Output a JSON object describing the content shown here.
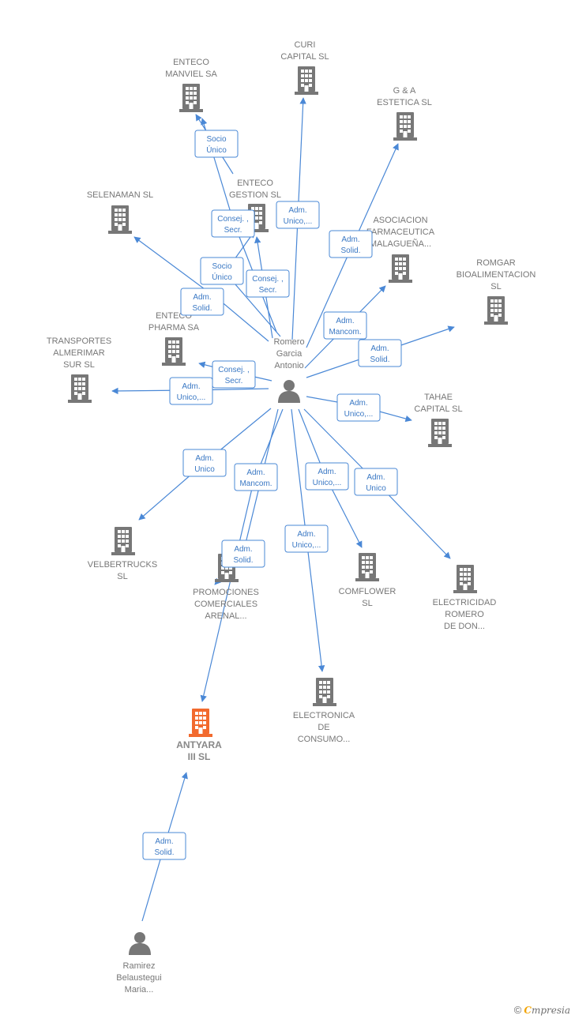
{
  "nodes": [
    {
      "id": "enteco_manviel",
      "type": "company",
      "lines": [
        "ENTECO",
        "MANVIEL SA"
      ]
    },
    {
      "id": "curi",
      "type": "company",
      "lines": [
        "CURI",
        "CAPITAL  SL"
      ]
    },
    {
      "id": "gya",
      "type": "company",
      "lines": [
        "G & A",
        "ESTETICA SL"
      ]
    },
    {
      "id": "selenaman",
      "type": "company",
      "lines": [
        "SELENAMAN SL"
      ]
    },
    {
      "id": "enteco_gestion",
      "type": "company",
      "lines": [
        "ENTECO",
        "GESTION SL"
      ]
    },
    {
      "id": "asociacion",
      "type": "company",
      "lines": [
        "ASOCIACION",
        "FARMACEUTICA",
        "MALAGUEÑA..."
      ]
    },
    {
      "id": "romgar",
      "type": "company",
      "lines": [
        "ROMGAR",
        "BIOALIMENTACION",
        "SL"
      ]
    },
    {
      "id": "enteco_pharma",
      "type": "company",
      "lines": [
        "ENTECO",
        "PHARMA SA"
      ]
    },
    {
      "id": "transportes",
      "type": "company",
      "lines": [
        "TRANSPORTES",
        "ALMERIMAR",
        "SUR  SL"
      ]
    },
    {
      "id": "romero",
      "type": "person",
      "lines": [
        "Romero",
        "Garcia",
        "Antonio"
      ]
    },
    {
      "id": "tahae",
      "type": "company",
      "lines": [
        "TAHAE",
        "CAPITAL  SL"
      ]
    },
    {
      "id": "velbertrucks",
      "type": "company",
      "lines": [
        "VELBERTRUCKS",
        "SL"
      ]
    },
    {
      "id": "promociones",
      "type": "company",
      "lines": [
        "PROMOCIONES",
        "COMERCIALES",
        "ARENAL..."
      ]
    },
    {
      "id": "comflower",
      "type": "company",
      "lines": [
        "COMFLOWER",
        "SL"
      ]
    },
    {
      "id": "electricidad",
      "type": "company",
      "lines": [
        "ELECTRICIDAD",
        "ROMERO",
        "DE DON..."
      ]
    },
    {
      "id": "electronica",
      "type": "company",
      "lines": [
        "ELECTRONICA",
        "DE",
        "CONSUMO..."
      ]
    },
    {
      "id": "antyara",
      "type": "company_focus",
      "lines": [
        "ANTYARA",
        "III  SL"
      ]
    },
    {
      "id": "ramirez",
      "type": "person",
      "lines": [
        "Ramirez",
        "Belaustegui",
        "Maria..."
      ]
    }
  ],
  "edges": [
    {
      "from": "romero",
      "to": "enteco_manviel",
      "lines": [
        "Socio",
        "Único"
      ]
    },
    {
      "from": "romero",
      "to": "enteco_manviel",
      "lines": [
        "Consej. ,",
        "Secr."
      ]
    },
    {
      "from": "romero",
      "to": "curi",
      "lines": [
        "Adm.",
        "Unico,..."
      ]
    },
    {
      "from": "romero",
      "to": "gya",
      "lines": [
        "Adm.",
        "Solid."
      ]
    },
    {
      "from": "romero",
      "to": "selenaman",
      "lines": [
        "Adm.",
        "Solid."
      ]
    },
    {
      "from": "romero",
      "to": "enteco_gestion",
      "lines": [
        "Consej. ,",
        "Secr."
      ]
    },
    {
      "from": "romero",
      "to": "enteco_gestion",
      "lines": [
        "Socio",
        "Único"
      ]
    },
    {
      "from": "romero",
      "to": "asociacion",
      "lines": [
        "Adm.",
        "Mancom."
      ]
    },
    {
      "from": "romero",
      "to": "romgar",
      "lines": [
        "Adm.",
        "Solid."
      ]
    },
    {
      "from": "romero",
      "to": "enteco_pharma",
      "lines": [
        "Consej. ,",
        "Secr."
      ]
    },
    {
      "from": "romero",
      "to": "transportes",
      "lines": [
        "Adm.",
        "Unico,..."
      ]
    },
    {
      "from": "romero",
      "to": "tahae",
      "lines": [
        "Adm.",
        "Unico,..."
      ]
    },
    {
      "from": "romero",
      "to": "velbertrucks",
      "lines": [
        "Adm.",
        "Unico"
      ]
    },
    {
      "from": "romero",
      "to": "antyara",
      "lines": [
        "Adm.",
        "Mancom."
      ]
    },
    {
      "from": "romero",
      "to": "antyara",
      "lines": [
        "Adm.",
        "Solid."
      ]
    },
    {
      "from": "romero",
      "to": "comflower",
      "lines": [
        "Adm.",
        "Unico,..."
      ]
    },
    {
      "from": "romero",
      "to": "electricidad",
      "lines": [
        "Adm.",
        "Unico"
      ]
    },
    {
      "from": "romero",
      "to": "electronica",
      "lines": [
        "Adm.",
        "Unico,..."
      ]
    },
    {
      "from": "ramirez",
      "to": "antyara",
      "lines": [
        "Adm.",
        "Solid."
      ]
    }
  ],
  "colors": {
    "edge": "#4a88d6",
    "company": "#777777",
    "focus": "#f26a2e",
    "person": "#777777",
    "label": "#777777"
  },
  "footer": {
    "copyright": "©",
    "brand_initial": "C",
    "brand_rest": "mpresia"
  }
}
